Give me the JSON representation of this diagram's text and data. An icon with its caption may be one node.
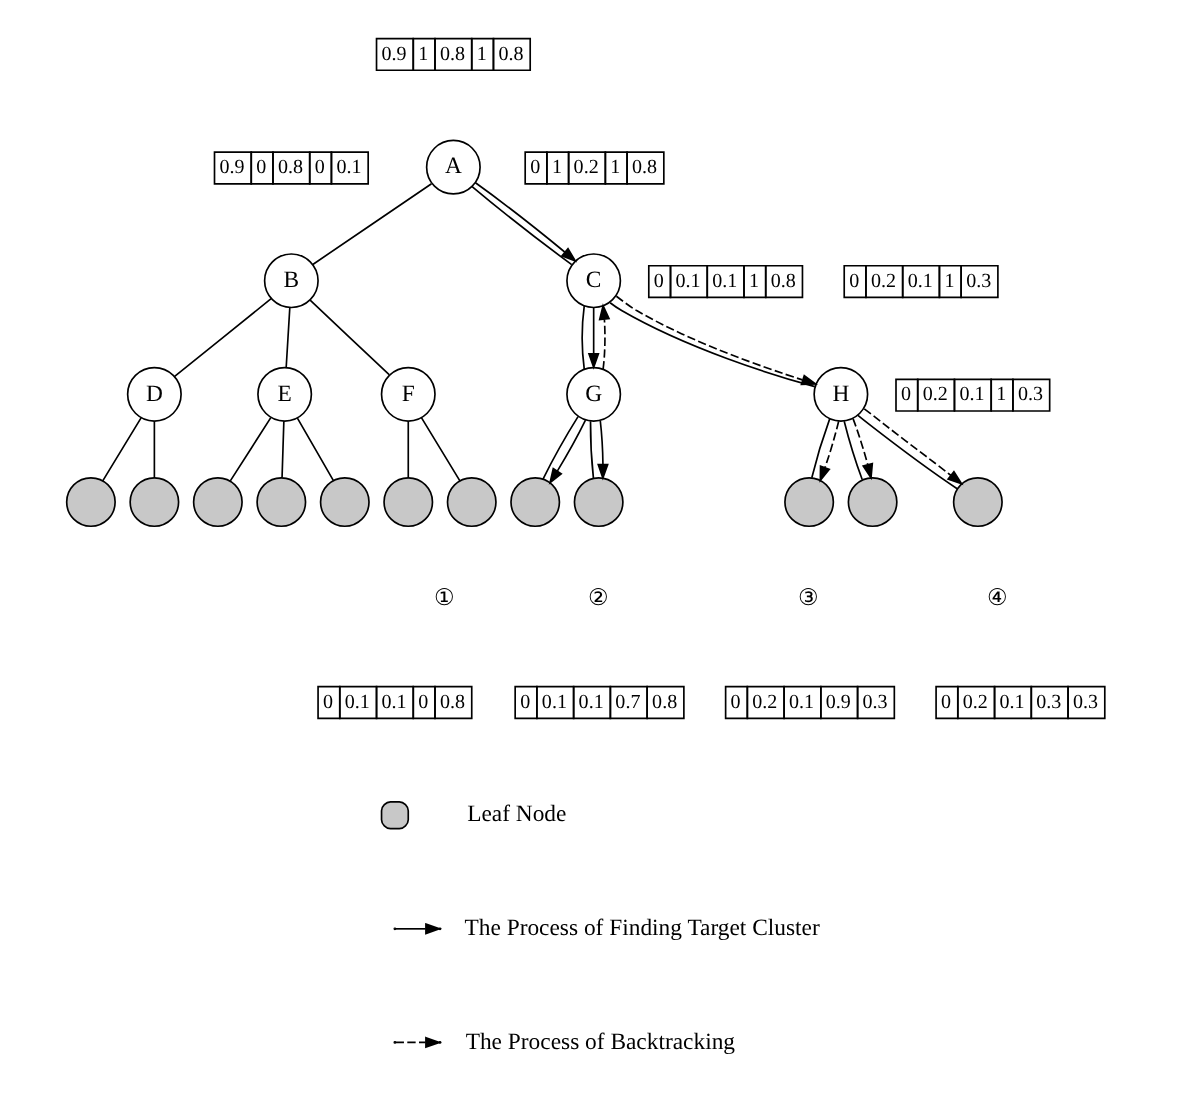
{
  "diagram": {
    "nodes": [
      {
        "text": [
          "A"
        ]
      },
      {
        "text": [
          "B"
        ]
      },
      {
        "text": [
          "C"
        ]
      },
      {
        "text": [
          "D"
        ]
      },
      {
        "text": [
          "E"
        ]
      },
      {
        "text": [
          "F"
        ]
      },
      {
        "text": [
          "G"
        ]
      },
      {
        "text": [
          "H"
        ]
      },
      {
        "text": [],
        "shape": "circle"
      },
      {
        "text": [],
        "shape": "circle"
      },
      {
        "text": [],
        "shape": "circle"
      },
      {
        "text": [],
        "shape": "circle"
      },
      {
        "text": [],
        "shape": "circle"
      },
      {
        "text": [],
        "shape": "circle"
      },
      {
        "text": [],
        "shape": "circle"
      },
      {
        "text": [],
        "shape": "circle",
        "beside": [
          "①"
        ]
      },
      {
        "text": [],
        "shape": "circle",
        "beside": [
          "②"
        ]
      },
      {
        "text": [],
        "shape": "circle",
        "beside": [
          "③"
        ]
      },
      {
        "text": [],
        "shape": "circle"
      },
      {
        "text": [],
        "shape": "circle",
        "beside": [
          "④"
        ]
      },
      {
        "text": [
          "0.9",
          "1",
          "0.8",
          "1",
          "0.8"
        ]
      },
      {
        "text": [
          "0.9",
          "0",
          "0.8",
          "0",
          "0.1"
        ]
      },
      {
        "text": [
          "0",
          "1",
          "0.2",
          "1",
          "0.8"
        ]
      },
      {
        "text": [
          "0",
          "0.1",
          "0.1",
          "1",
          "0.8"
        ]
      },
      {
        "text": [
          "0",
          "0.2",
          "0.1",
          "1",
          "0.3"
        ]
      },
      {
        "text": [
          "0",
          "0.2",
          "0.1",
          "1",
          "0.3"
        ]
      },
      {
        "text": [
          "0",
          "0.1",
          "0.1",
          "0",
          "0.8"
        ]
      },
      {
        "text": [
          "0",
          "0.2",
          "0.1",
          "0.9",
          "0.3"
        ]
      },
      {
        "text": [
          "0",
          "0.1",
          "0.1",
          "0.7",
          "0.8"
        ]
      },
      {
        "text": [
          "0",
          "0.2",
          "0.1",
          "0.3",
          "0.3"
        ]
      }
    ],
    "edges": [
      {
        "from": 0,
        "to": 1,
        "arrow": "none"
      },
      {
        "from": 0,
        "to": 2,
        "arrow": "none"
      },
      {
        "from": 1,
        "to": 3,
        "arrow": "none"
      },
      {
        "from": 1,
        "to": 4,
        "arrow": "none"
      },
      {
        "from": 1,
        "to": 5,
        "arrow": "none"
      },
      {
        "from": 2,
        "to": 6,
        "arrow": "none"
      },
      {
        "from": 2,
        "to": 7,
        "arrow": "none"
      },
      {
        "from": 3,
        "to": 8,
        "arrow": "none"
      },
      {
        "from": 3,
        "to": 9,
        "arrow": "none"
      },
      {
        "from": 4,
        "to": 10,
        "arrow": "none"
      },
      {
        "from": 4,
        "to": 11,
        "arrow": "none"
      },
      {
        "from": 4,
        "to": 12,
        "arrow": "none"
      },
      {
        "from": 5,
        "to": 13,
        "arrow": "none"
      },
      {
        "from": 5,
        "to": 14,
        "arrow": "none"
      },
      {
        "from": 6,
        "to": 15,
        "arrow": "none"
      },
      {
        "from": 6,
        "to": 16,
        "arrow": "none"
      },
      {
        "from": 7,
        "to": 17,
        "arrow": "none"
      },
      {
        "from": 7,
        "to": 18,
        "arrow": "none"
      },
      {
        "from": 7,
        "to": 19,
        "arrow": "none"
      },
      {
        "from": 0,
        "to": 2,
        "arrow": "to"
      },
      {
        "from": 2,
        "to": 6,
        "arrow": "to"
      },
      {
        "from": 6,
        "to": 2,
        "arrow": "to",
        "style": "dashed"
      },
      {
        "from": 2,
        "to": 7,
        "arrow": "to",
        "style": "dashed"
      },
      {
        "from": 6,
        "to": 15,
        "arrow": "to"
      },
      {
        "from": 6,
        "to": 16,
        "arrow": "to"
      },
      {
        "from": 7,
        "to": 17,
        "arrow": "to",
        "style": "dashed"
      },
      {
        "from": 7,
        "to": 18,
        "arrow": "to",
        "style": "dashed"
      },
      {
        "from": 7,
        "to": 19,
        "arrow": "to",
        "style": "dashed"
      }
    ],
    "legend": [
      {
        "text": "Leaf Node"
      },
      {
        "text": "The Process of Finding Target Cluster"
      },
      {
        "text": "The Process of Backtracking"
      }
    ]
  }
}
